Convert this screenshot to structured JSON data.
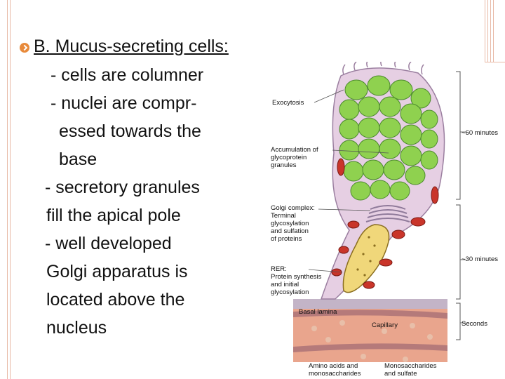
{
  "slide": {
    "heading": "B. Mucus-secreting cells:",
    "lines": [
      "- cells are columner",
      "- nuclei are compr-",
      "essed towards the",
      "base",
      "- secretory granules",
      "fill the apical pole",
      "- well developed",
      "Golgi apparatus is",
      "located above the",
      "nucleus"
    ]
  },
  "figure": {
    "labels": {
      "exocytosis": "Exocytosis",
      "accumulation": "Accumulation of\nglycoprotein\ngranules",
      "golgi": "Golgi complex:\nTerminal\nglycosylation\nand sulfation\nof proteins",
      "rer": "RER:\nProtein synthesis\nand initial\nglycosylation",
      "basal_lamina": "Basal lamina",
      "capillary": "Capillary",
      "time_60": "~60 minutes",
      "time_30": "~30 minutes",
      "seconds": "Seconds",
      "amino": "Amino acids and\nmonosaccharides",
      "mono": "Monosaccharides\nand sulfate"
    }
  },
  "colors": {
    "accent": "#e88a3b",
    "granule": "#8fd14f",
    "cell": "#e6cfe3",
    "rer": "#c9352a",
    "nucleus": "#f0d77a",
    "tissue": "#e9a58d"
  }
}
